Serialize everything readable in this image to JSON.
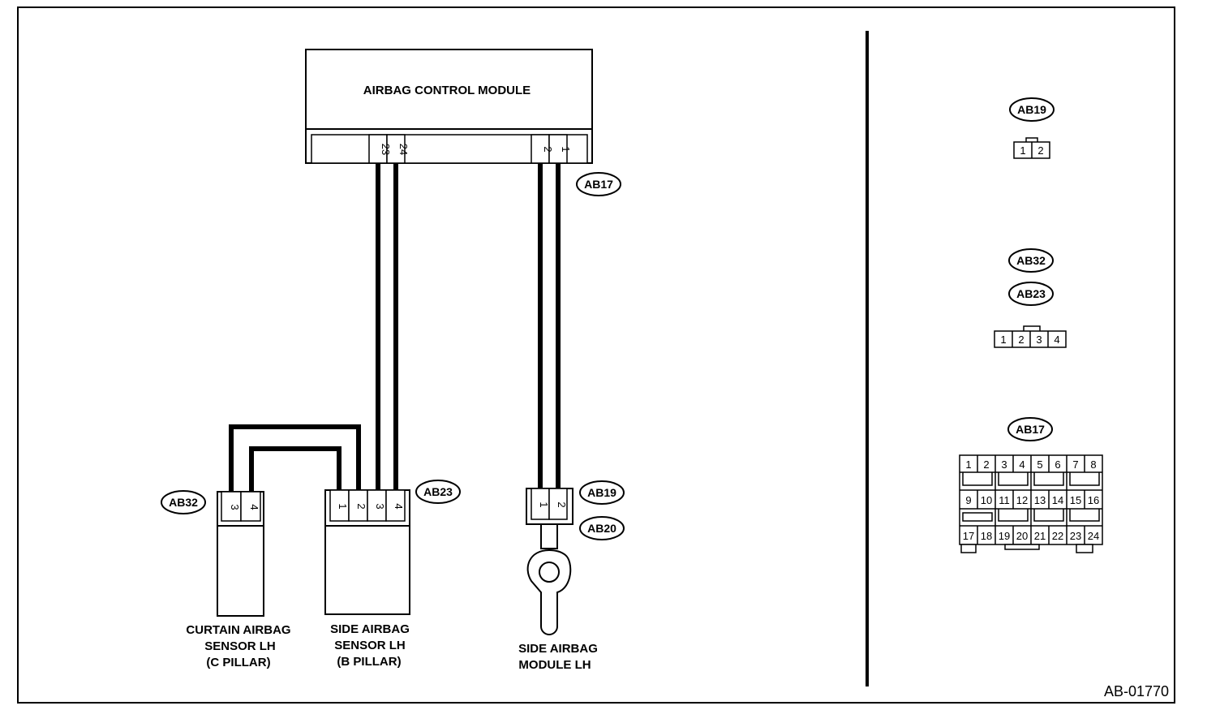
{
  "control_module": {
    "label": "AIRBAG CONTROL MODULE",
    "pins_left": [
      "23",
      "24"
    ],
    "pins_right": [
      "2",
      "1"
    ]
  },
  "connectors": {
    "ab17": "AB17",
    "ab19": "AB19",
    "ab20": "AB20",
    "ab23": "AB23",
    "ab32": "AB32"
  },
  "curtain_sensor": {
    "pins": [
      "3",
      "4"
    ],
    "label_lines": [
      "CURTAIN AIRBAG",
      "SENSOR LH",
      "(C PILLAR)"
    ]
  },
  "side_sensor": {
    "pins": [
      "1",
      "2",
      "3",
      "4"
    ],
    "label_lines": [
      "SIDE AIRBAG",
      "SENSOR  LH",
      "(B PILLAR)"
    ]
  },
  "side_module": {
    "pins": [
      "1",
      "2"
    ],
    "label_lines": [
      "SIDE AIRBAG",
      "MODULE LH"
    ]
  },
  "legend": {
    "ab19_tag": "AB19",
    "ab19_pins": [
      "1",
      "2"
    ],
    "ab32_tag": "AB32",
    "ab23_tag": "AB23",
    "ab23_pins": [
      "1",
      "2",
      "3",
      "4"
    ],
    "ab17_tag": "AB17",
    "ab17_row1": [
      "1",
      "2",
      "3",
      "4",
      "5",
      "6",
      "7",
      "8"
    ],
    "ab17_row2": [
      "9",
      "10",
      "11",
      "12",
      "13",
      "14",
      "15",
      "16"
    ],
    "ab17_row3": [
      "17",
      "18",
      "19",
      "20",
      "21",
      "22",
      "23",
      "24"
    ]
  },
  "figure_id": "AB-01770"
}
